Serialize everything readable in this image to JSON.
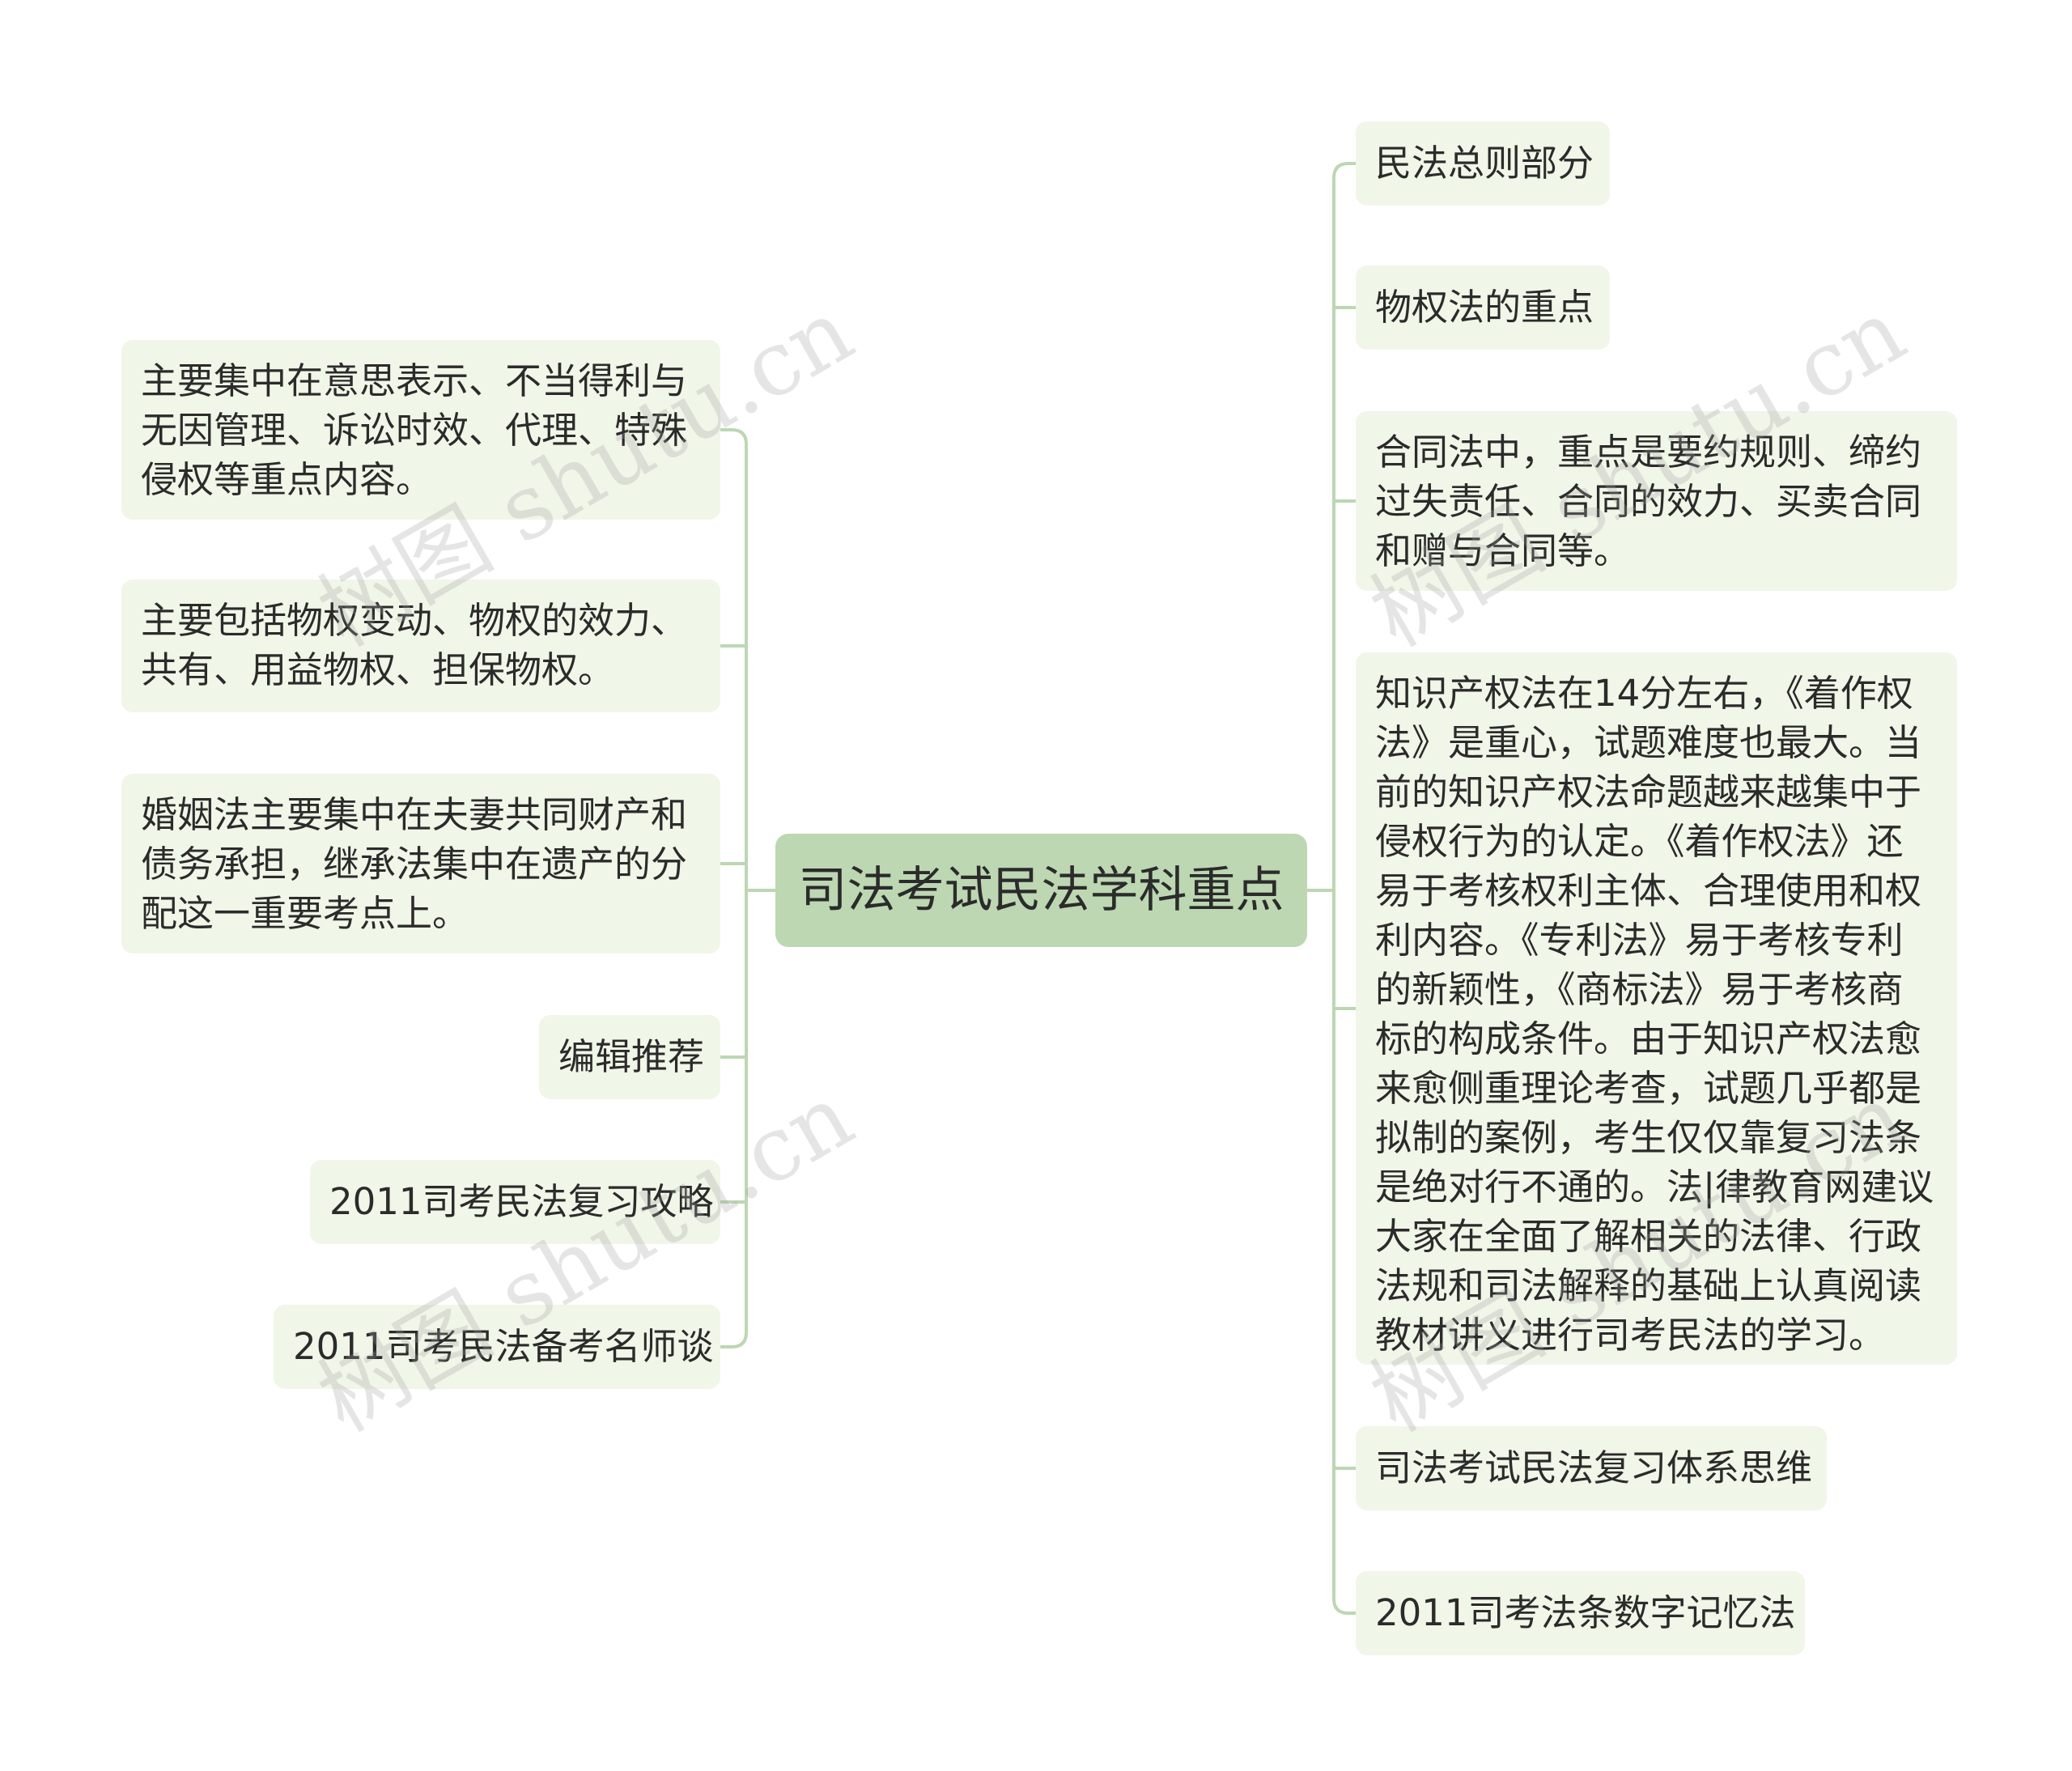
{
  "root": {
    "label": "司法考试民法学科重点"
  },
  "left_nodes": [
    {
      "lines": [
        "主要集中在意思表示、不当得利与",
        "无因管理、诉讼时效、代理、特殊",
        "侵权等重点内容。"
      ]
    },
    {
      "lines": [
        "主要包括物权变动、物权的效力、",
        "共有、用益物权、担保物权。"
      ]
    },
    {
      "lines": [
        "婚姻法主要集中在夫妻共同财产和",
        "债务承担，继承法集中在遗产的分",
        "配这一重要考点上。"
      ]
    },
    {
      "lines": [
        "编辑推荐"
      ]
    },
    {
      "lines": [
        "2011司考民法复习攻略"
      ]
    },
    {
      "lines": [
        "2011司考民法备考名师谈"
      ]
    }
  ],
  "right_nodes": [
    {
      "lines": [
        "民法总则部分"
      ]
    },
    {
      "lines": [
        "物权法的重点"
      ]
    },
    {
      "lines": [
        "合同法中，重点是要约规则、缔约",
        "过失责任、合同的效力、买卖合同",
        "和赠与合同等。"
      ]
    },
    {
      "lines": [
        "知识产权法在14分左右，《着作权",
        "法》是重心，试题难度也最大。当",
        "前的知识产权法命题越来越集中于",
        "侵权行为的认定。《着作权法》还",
        "易于考核权利主体、合理使用和权",
        "利内容。《专利法》易于考核专利",
        "的新颖性，《商标法》易于考核商",
        "标的构成条件。由于知识产权法愈",
        "来愈侧重理论考查，试题几乎都是",
        "拟制的案例，考生仅仅靠复习法条",
        "是绝对行不通的。法|律教育网建议",
        "大家在全面了解相关的法律、行政",
        "法规和司法解释的基础上认真阅读",
        "教材讲义进行司考民法的学习。"
      ]
    },
    {
      "lines": [
        "司法考试民法复习体系思维"
      ]
    },
    {
      "lines": [
        "2011司考法条数字记忆法"
      ]
    }
  ],
  "watermark": "树图 shutu.cn",
  "colors": {
    "node_bg": "#f0f6e8",
    "root_bg": "#bcd7b2",
    "line": "#bcd7b2",
    "text": "#2b2b2b"
  }
}
